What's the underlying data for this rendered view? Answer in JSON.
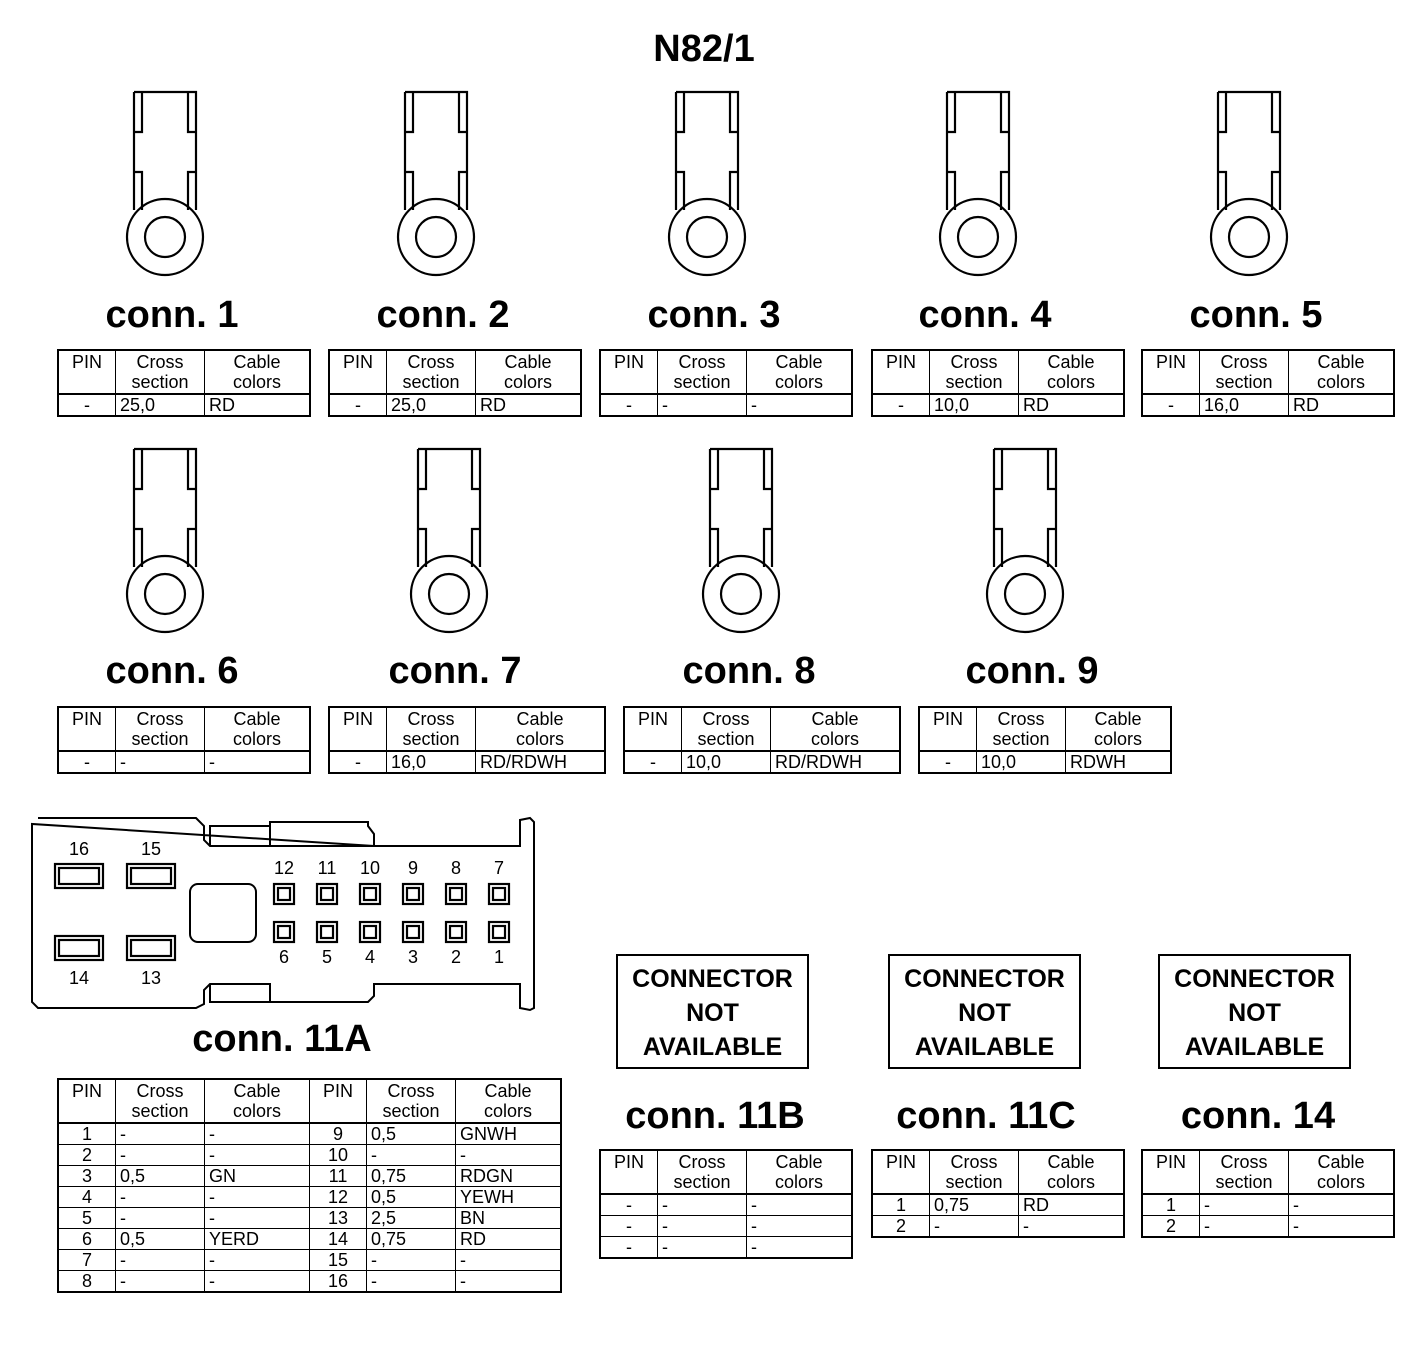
{
  "title": "N82/1",
  "headers": {
    "pin": "PIN",
    "cross": "Cross\nsection",
    "cable": "Cable\ncolors"
  },
  "connectors": [
    {
      "label": "conn. 1",
      "rows": [
        [
          "-",
          "25,0",
          "RD"
        ]
      ]
    },
    {
      "label": "conn. 2",
      "rows": [
        [
          "-",
          "25,0",
          "RD"
        ]
      ]
    },
    {
      "label": "conn. 3",
      "rows": [
        [
          "-",
          "-",
          "-"
        ]
      ]
    },
    {
      "label": "conn. 4",
      "rows": [
        [
          "-",
          "10,0",
          "RD"
        ]
      ]
    },
    {
      "label": "conn. 5",
      "rows": [
        [
          "-",
          "16,0",
          "RD"
        ]
      ]
    },
    {
      "label": "conn. 6",
      "rows": [
        [
          "-",
          "-",
          "-"
        ]
      ]
    },
    {
      "label": "conn. 7",
      "rows": [
        [
          "-",
          "16,0",
          "RD/RDWH"
        ]
      ]
    },
    {
      "label": "conn. 8",
      "rows": [
        [
          "-",
          "10,0",
          "RD/RDWH"
        ]
      ]
    },
    {
      "label": "conn. 9",
      "rows": [
        [
          "-",
          "10,0",
          "RDWH"
        ]
      ]
    }
  ],
  "conn11a": {
    "label": "conn. 11A",
    "pin_numbers_top_large": [
      "16",
      "15"
    ],
    "pin_numbers_bottom_large": [
      "14",
      "13"
    ],
    "pin_numbers_top_small": [
      "12",
      "11",
      "10",
      "9",
      "8",
      "7"
    ],
    "pin_numbers_bottom_small": [
      "6",
      "5",
      "4",
      "3",
      "2",
      "1"
    ],
    "rows": [
      [
        "1",
        "-",
        "-",
        "9",
        "0,5",
        "GNWH"
      ],
      [
        "2",
        "-",
        "-",
        "10",
        "-",
        "-"
      ],
      [
        "3",
        "0,5",
        "GN",
        "11",
        "0,75",
        "RDGN"
      ],
      [
        "4",
        "-",
        "-",
        "12",
        "0,5",
        "YEWH"
      ],
      [
        "5",
        "-",
        "-",
        "13",
        "2,5",
        "BN"
      ],
      [
        "6",
        "0,5",
        "YERD",
        "14",
        "0,75",
        "RD"
      ],
      [
        "7",
        "-",
        "-",
        "15",
        "-",
        "-"
      ],
      [
        "8",
        "-",
        "-",
        "16",
        "-",
        "-"
      ]
    ]
  },
  "not_available": {
    "line1": "CONNECTOR",
    "line2": "NOT",
    "line3": "AVAILABLE"
  },
  "conn11b": {
    "label": "conn. 11B",
    "rows": [
      [
        "-",
        "-",
        "-"
      ],
      [
        "-",
        "-",
        "-"
      ],
      [
        "-",
        "-",
        "-"
      ]
    ]
  },
  "conn11c": {
    "label": "conn. 11C",
    "rows": [
      [
        "1",
        "0,75",
        "RD"
      ],
      [
        "2",
        "-",
        "-"
      ]
    ]
  },
  "conn14": {
    "label": "conn. 14",
    "rows": [
      [
        "1",
        "-",
        "-"
      ],
      [
        "2",
        "-",
        "-"
      ]
    ]
  }
}
